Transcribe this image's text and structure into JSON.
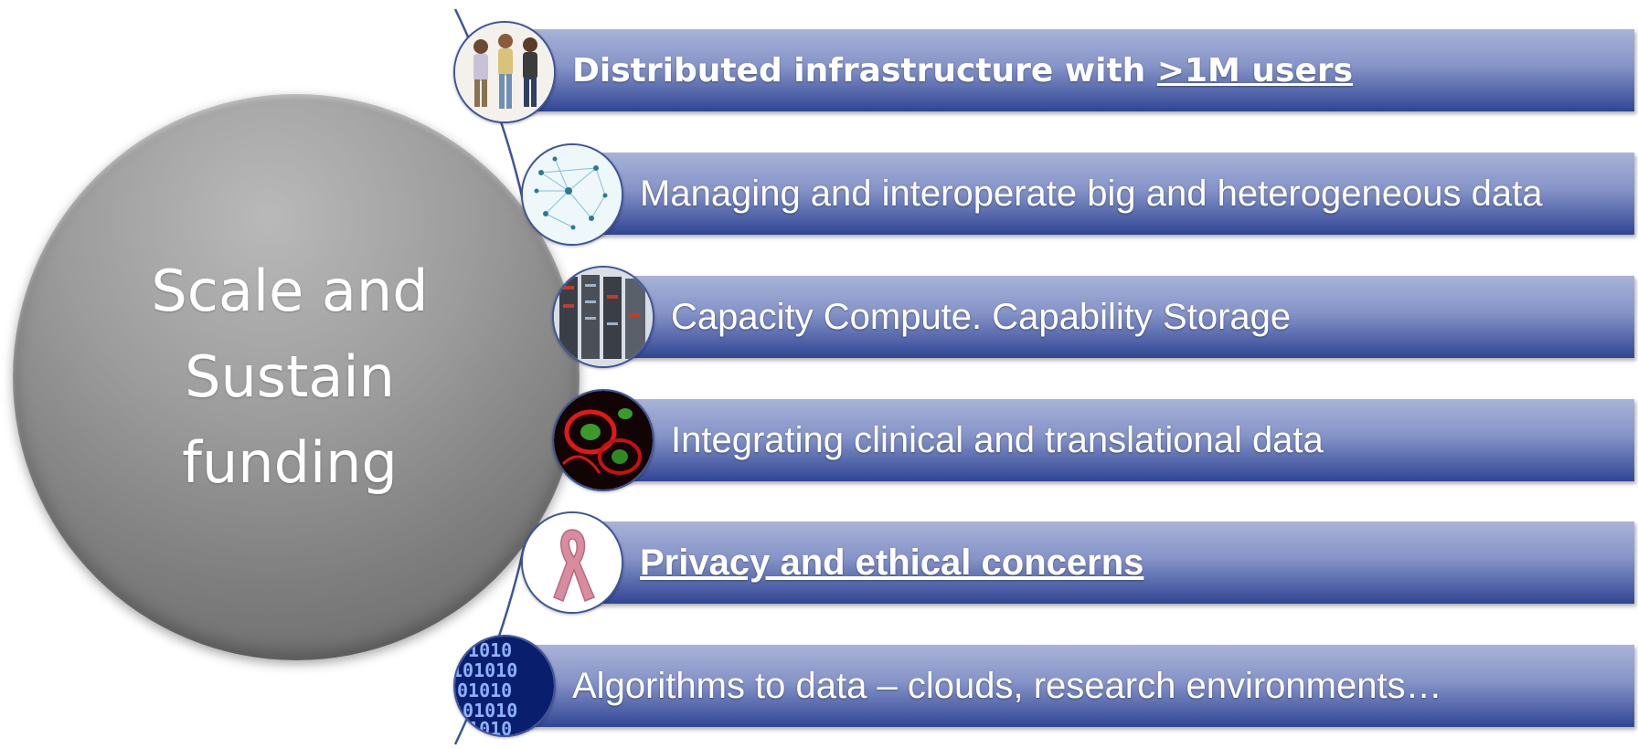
{
  "central": {
    "title": "Scale and Sustain funding"
  },
  "items": [
    {
      "prefix": "Distributed infrastructure with ",
      "emphasis": ">1M users",
      "icon": "people-icon"
    },
    {
      "label": "Managing and interoperate big  and heterogeneous data",
      "icon": "network-graph-icon"
    },
    {
      "label": "Capacity Compute. Capability Storage",
      "icon": "server-racks-icon"
    },
    {
      "label": "Integrating clinical and translational data",
      "icon": "cell-microscopy-icon"
    },
    {
      "label": "Privacy and ethical concerns",
      "icon": "pink-ribbon-icon"
    },
    {
      "label": "Algorithms to data – clouds, research environments…",
      "icon": "binary-code-icon"
    }
  ],
  "colors": {
    "bar_top": "#a9b3d8",
    "bar_bottom": "#304593",
    "circle": "#8a8a8a",
    "ribbon": "#d98ba0"
  }
}
